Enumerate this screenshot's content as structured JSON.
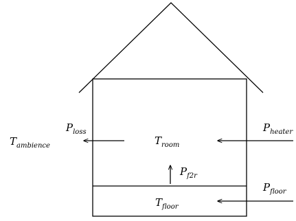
{
  "labels": {
    "t_ambience": {
      "main": "T",
      "sub": "ambience"
    },
    "p_loss": {
      "main": "P",
      "sub": "loss"
    },
    "t_room": {
      "main": "T",
      "sub": "room"
    },
    "p_heater": {
      "main": "P",
      "sub": "heater"
    },
    "p_f2r": {
      "main": "P",
      "sub": "f2r"
    },
    "p_floor": {
      "main": "P",
      "sub": "floor"
    },
    "t_floor": {
      "main": "T",
      "sub": "floor"
    }
  },
  "colors": {
    "stroke": "#000000",
    "background": "#ffffff"
  }
}
